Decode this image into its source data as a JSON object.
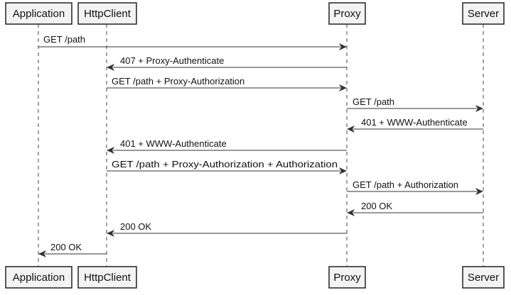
{
  "participants": [
    {
      "id": "application",
      "label": "Application"
    },
    {
      "id": "httpclient",
      "label": "HttpClient"
    },
    {
      "id": "proxy",
      "label": "Proxy"
    },
    {
      "id": "server",
      "label": "Server"
    }
  ],
  "messages": [
    {
      "from": "application",
      "to": "proxy",
      "label": "GET /path"
    },
    {
      "from": "proxy",
      "to": "httpclient",
      "label": "407 + Proxy-Authenticate"
    },
    {
      "from": "httpclient",
      "to": "proxy",
      "label": "GET /path + Proxy-Authorization"
    },
    {
      "from": "proxy",
      "to": "server",
      "label": "GET /path"
    },
    {
      "from": "server",
      "to": "proxy",
      "label": "401 + WWW-Authenticate"
    },
    {
      "from": "proxy",
      "to": "httpclient",
      "label": "401 + WWW-Authenticate"
    },
    {
      "from": "httpclient",
      "to": "proxy",
      "label": "GET /path + Proxy-Authorization + Authorization"
    },
    {
      "from": "proxy",
      "to": "server",
      "label": "GET /path + Authorization"
    },
    {
      "from": "server",
      "to": "proxy",
      "label": "200 OK"
    },
    {
      "from": "proxy",
      "to": "httpclient",
      "label": "200 OK"
    },
    {
      "from": "httpclient",
      "to": "application",
      "label": "200 OK"
    }
  ]
}
